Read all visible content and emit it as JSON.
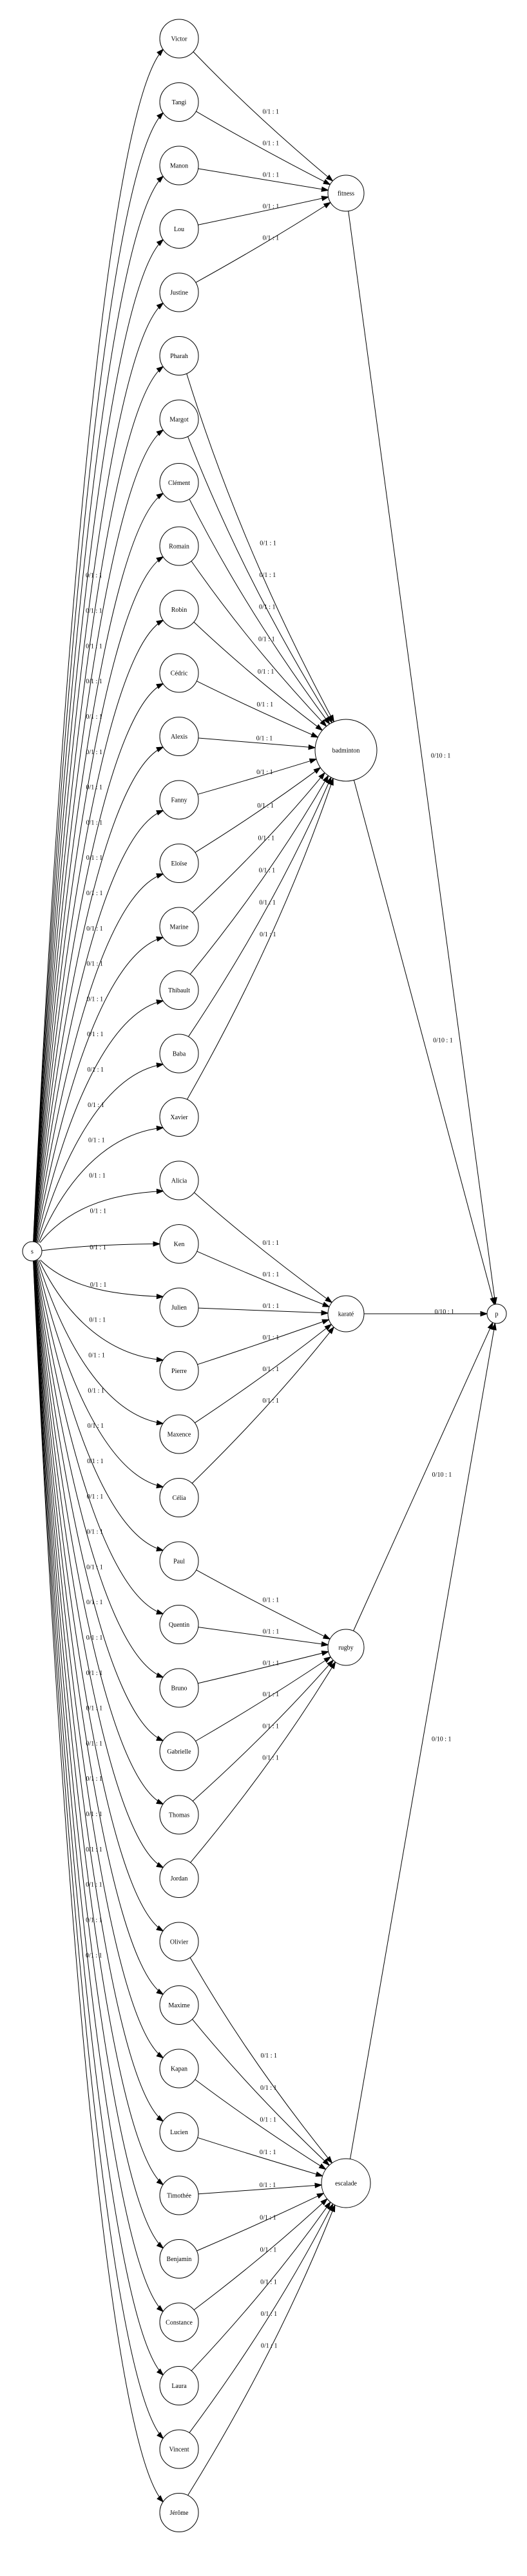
{
  "graph": {
    "source": "s",
    "sink": "p",
    "people": [
      {
        "name": "Victor",
        "edge": "0/1 : 1"
      },
      {
        "name": "Tangi",
        "edge": "0/1 : 1"
      },
      {
        "name": "Manon",
        "edge": "0/1 : 1"
      },
      {
        "name": "Lou",
        "edge": "0/1 : 1"
      },
      {
        "name": "Justine",
        "edge": "0/1 : 1"
      },
      {
        "name": "Pharah",
        "edge": "0/1 : 1"
      },
      {
        "name": "Margot",
        "edge": "0/1 : 1"
      },
      {
        "name": "Clément",
        "edge": "0/1 : 1"
      },
      {
        "name": "Romain",
        "edge": "0/1 : 1"
      },
      {
        "name": "Robin",
        "edge": "0/1 : 1"
      },
      {
        "name": "Cédric",
        "edge": "0/1 : 1"
      },
      {
        "name": "Alexis",
        "edge": "0/1 : 1"
      },
      {
        "name": "Fanny",
        "edge": "0/1 : 1"
      },
      {
        "name": "Eloïse",
        "edge": "0/1 : 1"
      },
      {
        "name": "Marine",
        "edge": "0/1 : 1"
      },
      {
        "name": "Thibault",
        "edge": "0/1 : 1"
      },
      {
        "name": "Baba",
        "edge": "0/1 : 1"
      },
      {
        "name": "Xavier",
        "edge": "0/1 : 1"
      },
      {
        "name": "Alicia",
        "edge": "0/1 : 1"
      },
      {
        "name": "Ken",
        "edge": "0/1 : 1"
      },
      {
        "name": "Julien",
        "edge": "0/1 : 1"
      },
      {
        "name": "Pierre",
        "edge": "0/1 : 1"
      },
      {
        "name": "Maxence",
        "edge": "0/1 : 1"
      },
      {
        "name": "Célia",
        "edge": "0/1 : 1"
      },
      {
        "name": "Paul",
        "edge": "0/1 : 1"
      },
      {
        "name": "Quentin",
        "edge": "0/1 : 1"
      },
      {
        "name": "Bruno",
        "edge": "0/1 : 1"
      },
      {
        "name": "Gabrielle",
        "edge": "0/1 : 1"
      },
      {
        "name": "Thomas",
        "edge": "0/1 : 1"
      },
      {
        "name": "Jordan",
        "edge": "0/1 : 1"
      },
      {
        "name": "Olivier",
        "edge": "0/1 : 1"
      },
      {
        "name": "Maxime",
        "edge": "0/1 : 1"
      },
      {
        "name": "Kapan",
        "edge": "0/1 : 1"
      },
      {
        "name": "Lucien",
        "edge": "0/1 : 1"
      },
      {
        "name": "Timothée",
        "edge": "0/1 : 1"
      },
      {
        "name": "Benjamin",
        "edge": "0/1 : 1"
      },
      {
        "name": "Constance",
        "edge": "0/1 : 1"
      },
      {
        "name": "Laura",
        "edge": "0/1 : 1"
      },
      {
        "name": "Vincent",
        "edge": "0/1 : 1"
      },
      {
        "name": "Jérôme",
        "edge": "0/1 : 1"
      }
    ],
    "activities": [
      {
        "name": "fitness",
        "edge_to_sink": "0/10 : 1",
        "members": [
          "Victor",
          "Tangi",
          "Manon",
          "Lou",
          "Justine"
        ],
        "member_edges": [
          "0/1 : 1",
          "0/1 : 1",
          "0/1 : 1",
          "0/1 : 1",
          "0/1 : 1"
        ]
      },
      {
        "name": "badminton",
        "edge_to_sink": "0/10 : 1",
        "members": [
          "Pharah",
          "Margot",
          "Clément",
          "Romain",
          "Robin",
          "Cédric",
          "Alexis",
          "Fanny",
          "Eloïse",
          "Marine",
          "Thibault",
          "Baba",
          "Xavier"
        ],
        "member_edges": [
          "0/1 : 1",
          "0/1 : 1",
          "0/1 : 1",
          "0/1 : 1",
          "0/1 : 1",
          "0/1 : 1",
          "0/1 : 1",
          "0/1 : 1",
          "0/1 : 1",
          "0/1 : 1",
          "0/1 : 1",
          "0/1 : 1",
          "0/1 : 1"
        ]
      },
      {
        "name": "karaté",
        "edge_to_sink": "0/10 : 1",
        "members": [
          "Alicia",
          "Ken",
          "Julien",
          "Pierre",
          "Maxence",
          "Célia"
        ],
        "member_edges": [
          "0/1 : 1",
          "0/1 : 1",
          "0/1 : 1",
          "0/1 : 1",
          "0/1 : 1",
          "0/1 : 1"
        ]
      },
      {
        "name": "rugby",
        "edge_to_sink": "0/10 : 1",
        "members": [
          "Paul",
          "Quentin",
          "Bruno",
          "Gabrielle",
          "Thomas",
          "Jordan"
        ],
        "member_edges": [
          "0/1 : 1",
          "0/1 : 1",
          "0/1 : 1",
          "0/1 : 1",
          "0/1 : 1",
          "0/1 : 1"
        ]
      },
      {
        "name": "escalade",
        "edge_to_sink": "0/10 : 1",
        "members": [
          "Olivier",
          "Maxime",
          "Kapan",
          "Lucien",
          "Timothée",
          "Benjamin",
          "Constance",
          "Laura",
          "Vincent",
          "Jérôme"
        ],
        "member_edges": [
          "0/1 : 1",
          "0/1 : 1",
          "0/1 : 1",
          "0/1 : 1",
          "0/1 : 1",
          "0/1 : 1",
          "0/1 : 1",
          "0/1 : 1",
          "0/1 : 1",
          "0/1 : 1"
        ]
      }
    ]
  }
}
